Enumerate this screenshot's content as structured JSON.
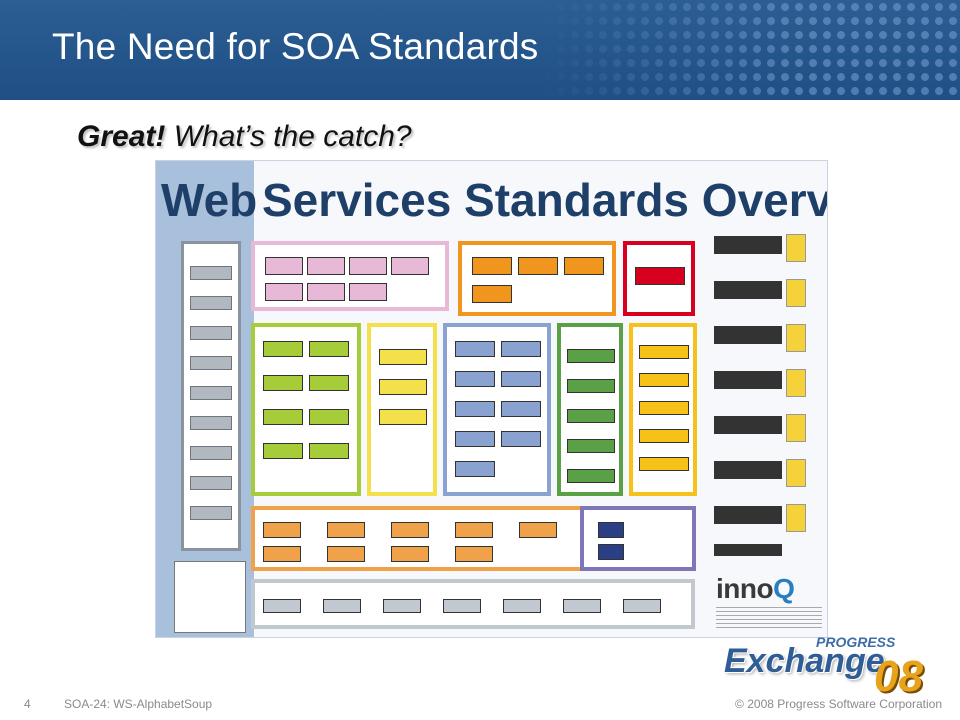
{
  "header": {
    "title": "The Need for SOA Standards"
  },
  "subtitle": {
    "lead": "Great!",
    "rest": " What’s the catch?"
  },
  "poster": {
    "title_prefix": "Web",
    "title_rest": "Services Standards Overview",
    "logo_a": "inno",
    "logo_b": "Q"
  },
  "exchange_logo": {
    "brand": "PROGRESS",
    "product": "Exchange",
    "year": "08"
  },
  "footer": {
    "slide_number": "4",
    "session": "SOA-24: WS-AlphabetSoup",
    "copyright": "© 2008 Progress Software Corporation"
  },
  "colors": {
    "header_blue": "#1f4f84",
    "business_process": "#e7b9d6",
    "management": "#f0961e",
    "presentation": "#d7001e",
    "metadata": "#a6cc3a",
    "reliability": "#f4e04b",
    "security": "#8aa2d0",
    "transaction": "#5aa046",
    "resource": "#f6c21a",
    "messaging": "#f0a24a",
    "soap": "#8075b6",
    "xml": "#c2c8cf"
  }
}
